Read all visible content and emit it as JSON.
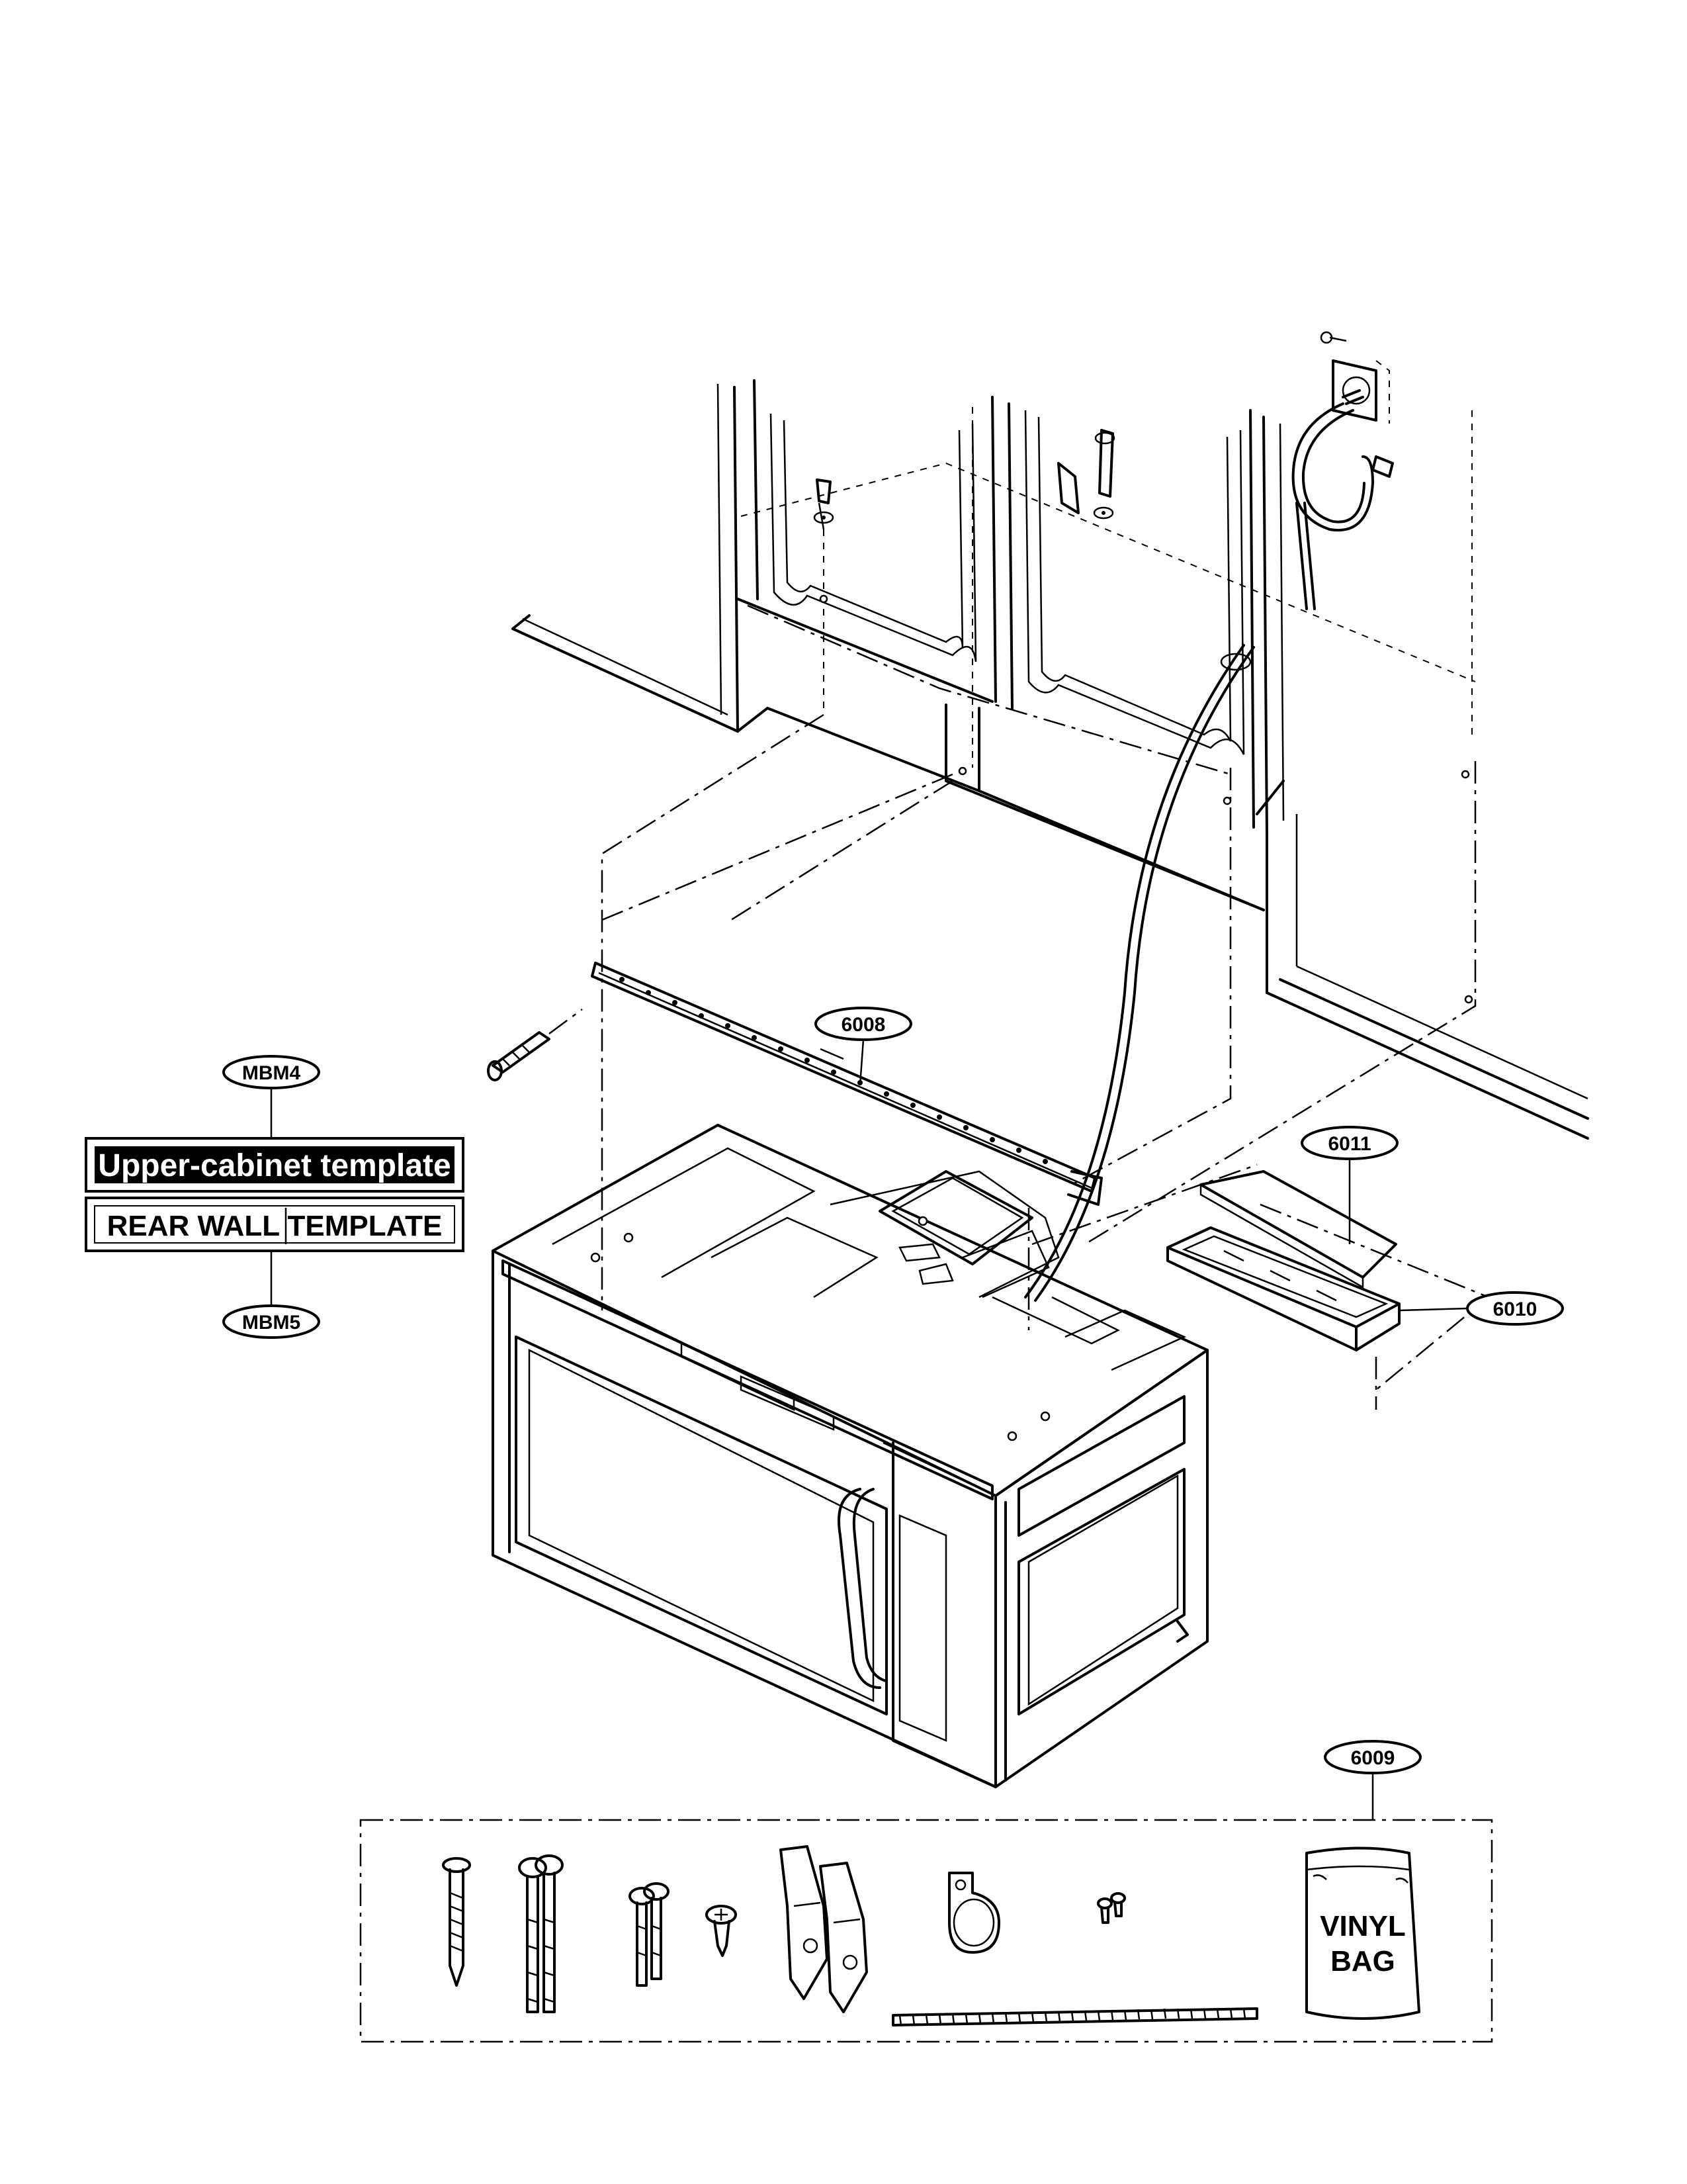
{
  "callouts": {
    "mbm4": "MBM4",
    "mbm5": "MBM5",
    "p6008": "6008",
    "p6009": "6009",
    "p6010": "6010",
    "p6011": "6011"
  },
  "labels": {
    "upper_cabinet_template": "Upper-cabinet template",
    "rear_wall_template": "REAR WALL TEMPLATE"
  },
  "hardware_kit": {
    "vinyl_bag_line1": "VINYL",
    "vinyl_bag_line2": "BAG"
  }
}
